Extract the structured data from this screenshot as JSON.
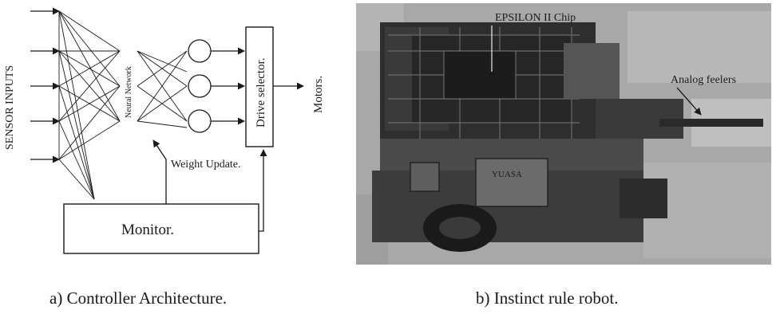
{
  "diagram": {
    "sensor_label": "SENSOR INPUTS",
    "network_label": "Neural Network",
    "drive_label": "Drive selector.",
    "motors_label": "Motors.",
    "weight_update_label": "Weight Update.",
    "monitor_label": "Monitor."
  },
  "photo": {
    "chip_label": "EPSILON II Chip",
    "feelers_label": "Analog feelers",
    "battery_label": "YUASA"
  },
  "captions": {
    "a": "a) Controller Architecture.",
    "b": "b) Instinct rule robot."
  }
}
